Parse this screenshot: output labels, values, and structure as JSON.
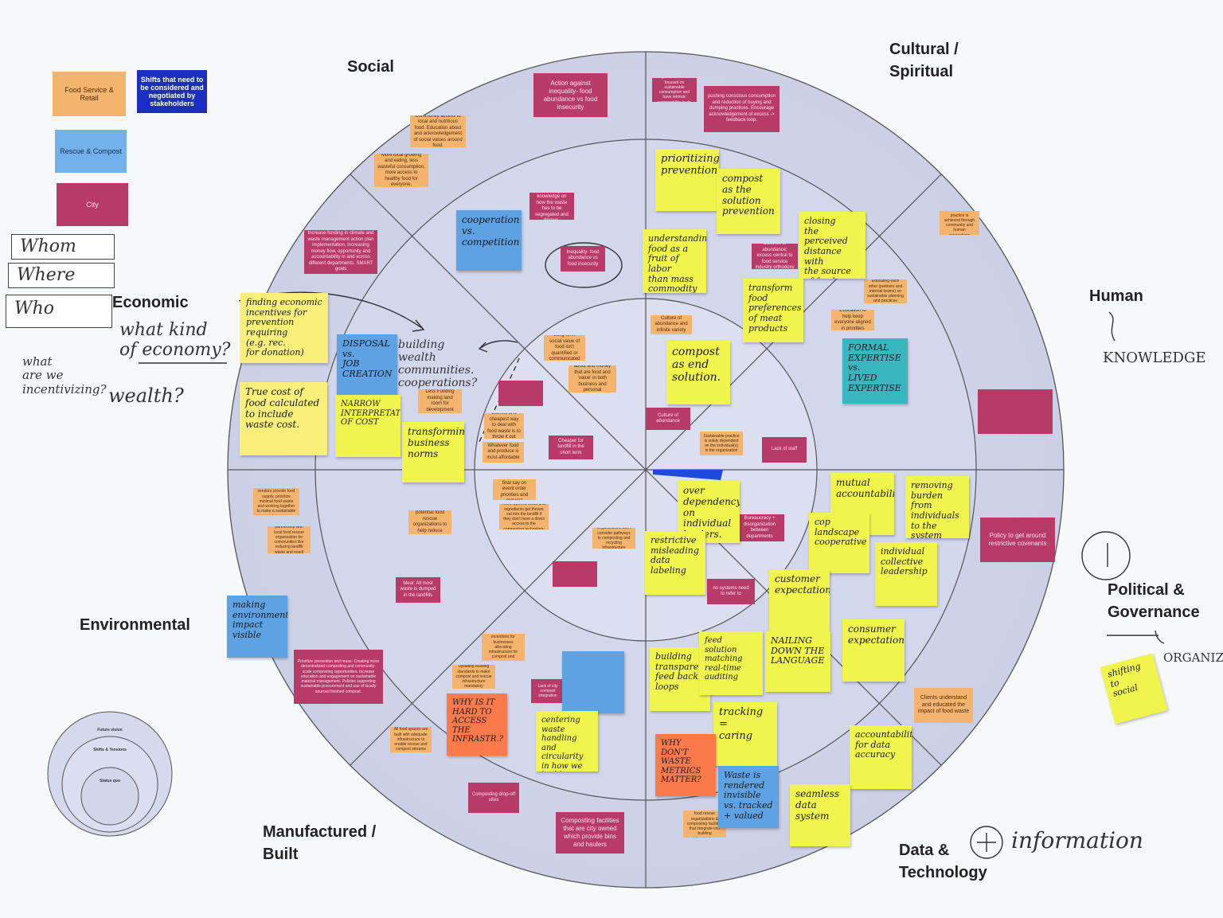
{
  "categories": {
    "social": "Social",
    "cultural": "Cultural /\nSpiritual",
    "human": "Human",
    "economic": "Economic",
    "political": "Political &\nGovernance",
    "environmental": "Environmental",
    "manufactured": "Manufactured /\nBuilt",
    "data": "Data &\nTechnology"
  },
  "legend": {
    "food_service": "Food Service & Retail",
    "shifts": "Shifts that need to be considered and negotiated by stakeholders",
    "rescue": "Rescue & Compost",
    "city": "City"
  },
  "left_labels": {
    "whom": "Whom",
    "where": "Where",
    "who": "Who"
  },
  "mini_diagram": {
    "outer": "Future vision",
    "middle": "Shifts & Tensions",
    "inner": "Status quo"
  },
  "handwriting": {
    "what_kind": "what kind\nof economy?",
    "what_are": "what\nare we\nincentivizing?",
    "wealth": "wealth?",
    "knowledge": "KNOWLEDGE",
    "organiz": "ORGANIZ",
    "information": "information",
    "building_wealth": "building\nwealth\ncommunities.\ncooperations?"
  },
  "notes": {
    "prioritizing": "prioritizing\nprevention?",
    "compost_solution": "compost\nas the solution\nprevention",
    "understanding_food": "understanding\nfood as a\nfruit of labor\nthan mass\ncommodity",
    "closing_distance": "closing\nthe perceived\ndistance with\nthe source\nof food",
    "transform_food": "transform\nfood\npreferences\nof meat\nproducts",
    "compost_end": "compost\nas end\nsolution.",
    "formal_expertise": "FORMAL\nEXPERTISE\nvs.\nLIVED\nEXPERTISE",
    "cooperation": "cooperation\nvs.\ncompetition",
    "finding_economic": "finding economic\nincentives for\nprevention\nrequiring\n(e.g. rec.\nfor donation)",
    "disposal_job": "DISPOSAL\nvs.\nJOB\nCREATION",
    "true_cost": "True cost of\nfood calculated\nto include\nwaste cost.",
    "narrow_interpretation": "NARROW\nINTERPRETATION\nOF COST",
    "transforming_business": "transforming\nbusiness\nnorms",
    "over_dependency": "over\ndependency\non individual\nleaders.",
    "mutual_accountability": "mutual\naccountability",
    "removing_burden": "removing\nburden from\nindividuals\nto the system",
    "cop_landscape": "cop\nlandscape\ncooperative",
    "restrictive_labeling": "restrictive\nmisleading\ndata labeling",
    "individual_collective": "individual\ncollective\nleadership",
    "customer_expectations": "customer\nexpectations",
    "making_environmental": "making\nenvironmental\nimpact\nvisible",
    "building_transparent": "building\ntransparent\nfeed back\nloops",
    "feed_solution": "feed\nsolution\nmatching\nreal-time auditing",
    "nailing_language": "NAILING\nDOWN THE\nLANGUAGE",
    "consumer_expectations": "consumer\nexpectations",
    "why_hard": "WHY IS IT\nHARD TO\nACCESS THE\nINFRASTR.?",
    "centering_waste": "centering\nwaste handling\nand circularity\nin how we build\nspaces",
    "tracking_caring": "tracking\n=\ncaring",
    "why_dont_metrics": "WHY DON'T\nWASTE\nMETRICS\nMATTER?",
    "waste_invisible": "Waste is\nrendered\ninvisible\nvs. tracked\n+ valued",
    "accountability_data": "accountability\nfor data\naccuracy",
    "seamless_data": "seamless\ndata system",
    "shifting": "shifting\nto\nsocial"
  },
  "cards": {
    "action_inequality": "Action against inequality- food abundance vs food insecurity",
    "community_access": "Community access to local and nutritious food. Education about and acknowledgement of social values around food.",
    "more_local": "More local growing and eating, less wasteful consumption, more access to healthy food for everyone.",
    "lacking_knowledge": "Lacking knowledge on how the waste has to be segregated and thrown.",
    "inequality_food": "Inequality- food abundance vs food insecurity",
    "increase_funding": "Increase funding in climate and waste management action plan implementation. Increasing money flow, opportunity and accountability in and across different departments. SMART goals",
    "all_clients": "All clients and generators are focused on sustainable consumption and have intrinsic responsibility to do the right thing",
    "pushing_conscious": "pushing conscious consumption and reduction of buying and dumping practices. Encourage acknowledgement of excess -> feedback loop.",
    "sustainable_food": "Sustainable food practice is achieved through community and human connections",
    "cultures_abundance": "Cultures of abundance; excess central to food service industry orthodoxy",
    "educating_each": "Educating each other (partners and internal teams) on sustainable planning and practices",
    "education_help": "Education to help keep everyone aligned in priorities",
    "long_term": "Long-term social value of food isn't quantified or communicated",
    "close_minded": "Close-minded about and money that are food and 'value' in both business and personal consumption.",
    "culture_abundance": "Culture of abundance and infinite variety",
    "less_funding": "Less Funding making land room for development",
    "easiest_cheapest": "Easiest and cheapest way to deal with food waste is to throw it out",
    "whatever_cheapest": "Whatever food and produce is most affordable",
    "cheaper_landfill": "Cheaper for landfill in the short term",
    "culture_abundance_2": "Culture of abundance",
    "sustainable_practice": "Sustainable practice is solely dependent on the individual(s) in the organization",
    "lack_staff": "Lack of staff",
    "policy_get_around": "Policy to get around restrictive covenants",
    "clients_local": "Clients and local vendors provide food supply, prioritize minimal food waste and working together to make a sustainable loop",
    "partnership_local": "partnership with local food rescue organization for communities like reducing landfill waste and resell",
    "connecting_potential": "Connecting with potential food rescue organizations to help reduce landfill waste",
    "client_final": "Client has the final say on event order priorities and request",
    "more_types": "more types of foods and ingredients get thrown out into the landfill if they don't have a direct access to the composting technology",
    "organizations_consider": "Organizations don't consider pathways to composting and recycling infrastructure",
    "bureaucracy_disorganization": "Bureaucracy + disorganization between departments",
    "meal_most_waste": "Meal: All most waste is dumped in the landfills",
    "prioritize_prevention": "Prioritize prevention and reuse. Creating more decentralized composting and community-scale composting opportunities. Increase education and engagement on sustainable material management. Policies supporting sustainable procurement and use of locally sourced finished compost.",
    "creating_positive": "Creating positive incentives for businesses allocating infrastructure for compost and rescue.",
    "updating_building": "Updating building standards to make compost and rescue infrastructure mandatory",
    "all_food_spaces": "All food spaces are built with adequate infrastructure to enable rescue and compost streams",
    "composting_dropoff": "Composting drop-off sites",
    "composting_facilities": "Composting facilities that are city owned which provide bins and haulers",
    "clients_understand": "Clients understand and educated the impact of food waste",
    "partnerships_food": "partnerships with food rescue organizations & composting facilities that integrate into building infrastructure",
    "no_systems": "no systems need to refer to",
    "lack_city": "Lack of city compost integration"
  }
}
